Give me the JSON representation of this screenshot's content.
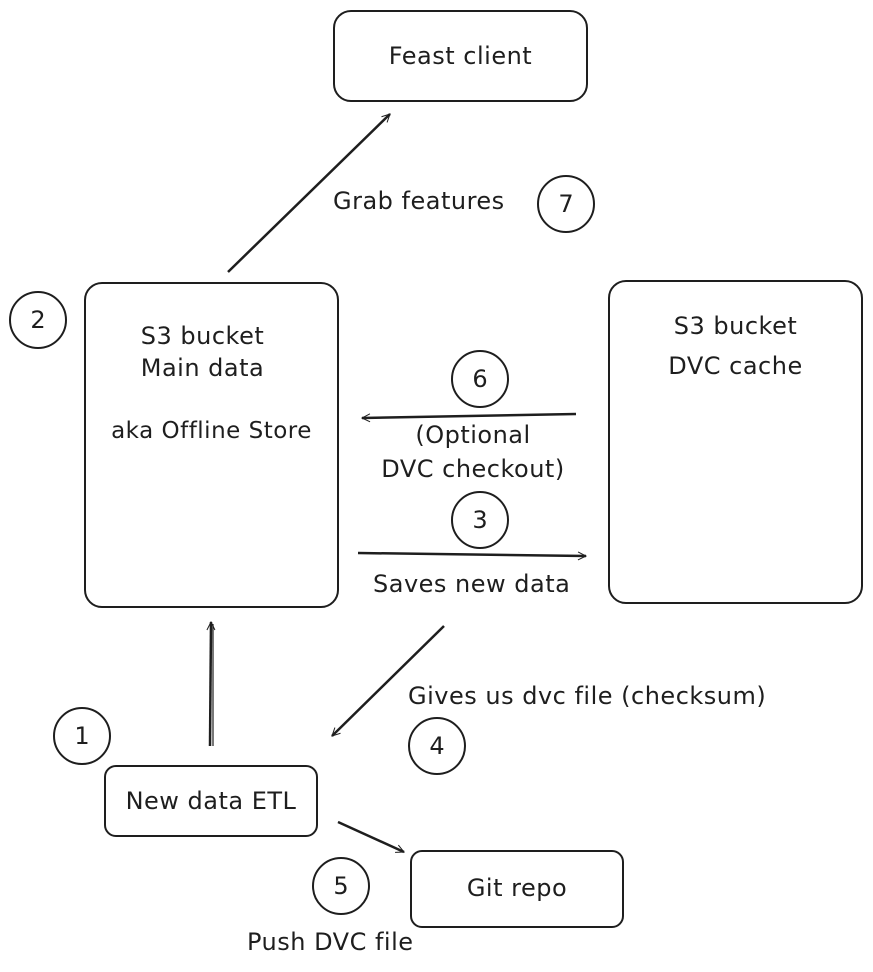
{
  "nodes": {
    "feast_client": {
      "label": "Feast client"
    },
    "s3_main": {
      "line1": "S3 bucket",
      "line2": "Main data",
      "line3": "aka Offline Store"
    },
    "s3_dvc": {
      "line1": "S3 bucket",
      "line2": "DVC cache"
    },
    "etl": {
      "label": "New data ETL"
    },
    "git_repo": {
      "label": "Git repo"
    }
  },
  "edges": {
    "grab_features": {
      "label": "Grab features",
      "step": "7"
    },
    "dvc_checkout": {
      "label_line1": "(Optional",
      "label_line2": "DVC checkout)",
      "step": "6"
    },
    "saves_new_data": {
      "label": "Saves new data",
      "step": "3"
    },
    "gives_dvc_file": {
      "label": "Gives us dvc file (checksum)",
      "step": "4"
    },
    "push_dvc_file": {
      "label": "Push DVC file",
      "step": "5"
    },
    "etl_to_s3": {
      "step": "1"
    },
    "s3_main_step": {
      "step": "2"
    }
  },
  "colors": {
    "stroke": "#1e1e1e",
    "background": "#ffffff"
  }
}
